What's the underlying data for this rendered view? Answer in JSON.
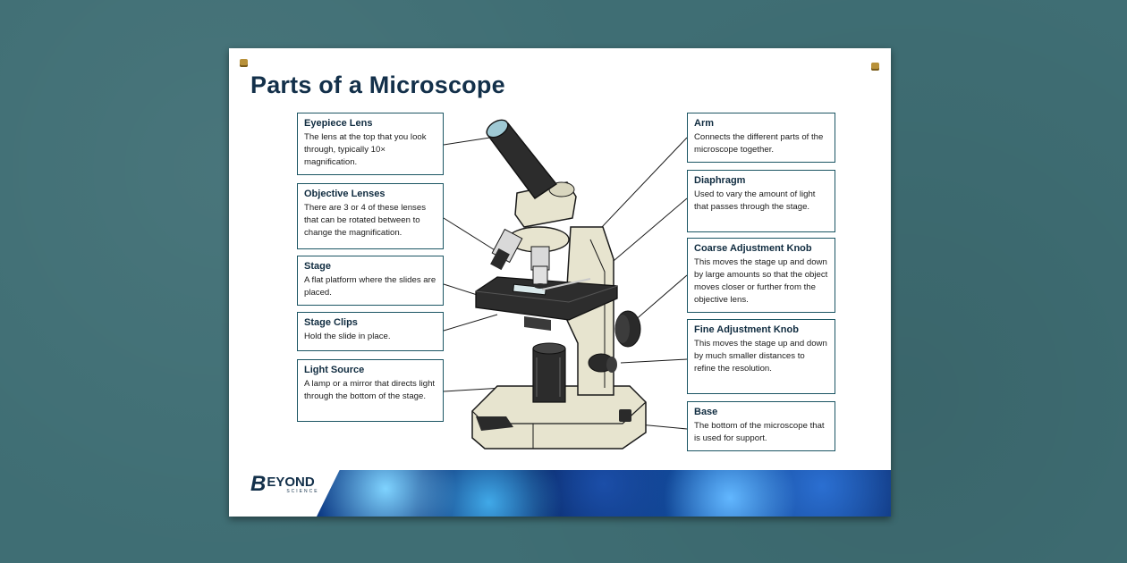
{
  "poster": {
    "title": "Parts of a Microscope",
    "logo": {
      "main": "EYOND",
      "sub": "SCIENCE",
      "initial": "B"
    },
    "left_labels": [
      {
        "heading": "Eyepiece Lens",
        "text": "The lens at the top that you look through, typically 10× magnification."
      },
      {
        "heading": "Objective Lenses",
        "text": "There are 3 or 4 of these lenses that can be rotated between to change the magnification."
      },
      {
        "heading": "Stage",
        "text": "A flat platform where the slides are placed."
      },
      {
        "heading": "Stage Clips",
        "text": "Hold the slide in place."
      },
      {
        "heading": "Light Source",
        "text": "A lamp or a mirror that directs light through the bottom of the stage."
      }
    ],
    "right_labels": [
      {
        "heading": "Arm",
        "text": "Connects the different parts of the microscope together."
      },
      {
        "heading": "Diaphragm",
        "text": "Used to vary the amount of light that passes through the stage."
      },
      {
        "heading": "Coarse Adjustment Knob",
        "text": "This moves the stage up and down by large amounts so that the object moves closer or further from the objective lens."
      },
      {
        "heading": "Fine Adjustment Knob",
        "text": "This moves the stage up and down by much smaller distances to refine the resolution."
      },
      {
        "heading": "Base",
        "text": "The bottom of the microscope that is used for support."
      }
    ]
  },
  "colors": {
    "wall": "#3f6e74",
    "poster_border": "#1b5563",
    "title": "#13304a",
    "banner": "#0d3b86"
  }
}
